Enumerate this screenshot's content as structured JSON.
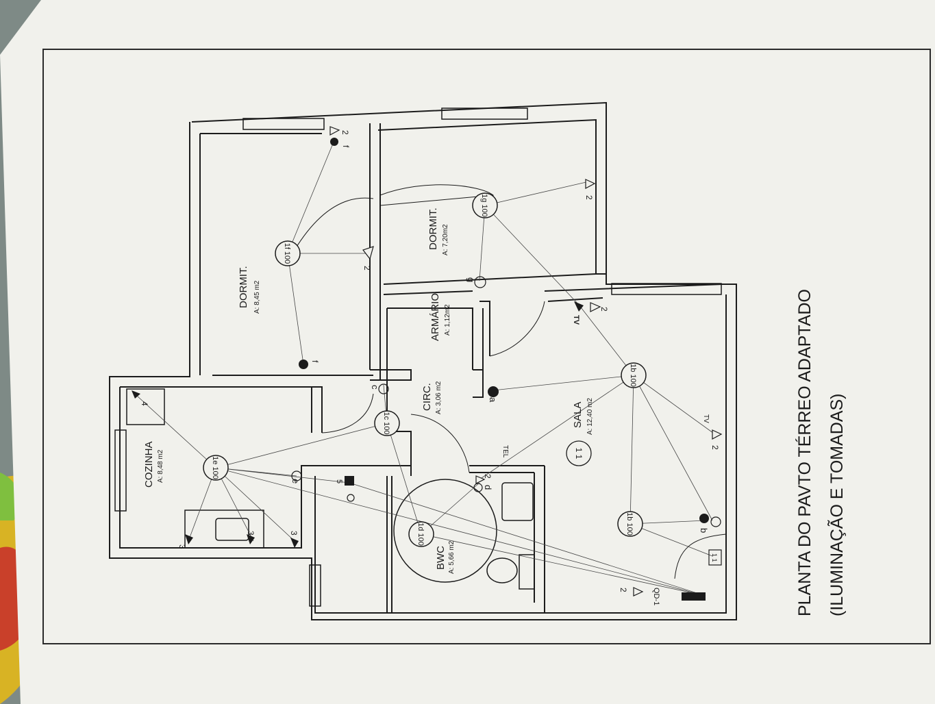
{
  "title": {
    "line1": "PLANTA DO PAVTO TÉRREO ADAPTADO",
    "line2": "(ILUMINAÇÃO E TOMADAS)"
  },
  "rooms": [
    {
      "id": "dorm1",
      "name": "DORMIT.",
      "area": "A: 8,45 m2"
    },
    {
      "id": "dorm2",
      "name": "DORMIT.",
      "area": "A: 7,20m2"
    },
    {
      "id": "armario",
      "name": "ARMÁRIO",
      "area": "A: 1,12m2"
    },
    {
      "id": "circ",
      "name": "CIRC.",
      "area": "A: 3,06 m2"
    },
    {
      "id": "cozinha",
      "name": "COZINHA",
      "area": "A: 8,48 m2"
    },
    {
      "id": "sala",
      "name": "SALA",
      "area": "A: 12,40 m2"
    },
    {
      "id": "bwc",
      "name": "BWC",
      "area": "A: 5,66 m2"
    }
  ],
  "luminaires": {
    "dorm1": "1f 100",
    "dorm2": "1g 100",
    "circ": "1c 100",
    "cozinha": "1e 100",
    "sala1": "1b 100",
    "sala2": "1b 100",
    "bwc": "1d 100"
  },
  "symbols": {
    "sw_f1": "f",
    "sw_f2": "f",
    "sw_g": "g",
    "sw_c": "c",
    "sw_e": "e",
    "sw_d": "d",
    "sw_b": "b",
    "sw_a": "a",
    "sw_5": "5",
    "out_2a": "2",
    "out_2b": "2",
    "out_2c": "2",
    "out_2d": "2",
    "out_2e": "2",
    "out_2f": "2",
    "out_2g": "2",
    "out_3a": "3",
    "out_3b": "3",
    "out_3c": "3",
    "out_4": "4",
    "tv": "TV",
    "tv2": "TV",
    "tel": "TEL",
    "qd": "QD-1",
    "sala_circ": "1 1",
    "panel": "1 1"
  },
  "colors": {
    "paper": "#f3f3ef",
    "ink": "#1b1b1b",
    "background": "#7e8a86"
  }
}
